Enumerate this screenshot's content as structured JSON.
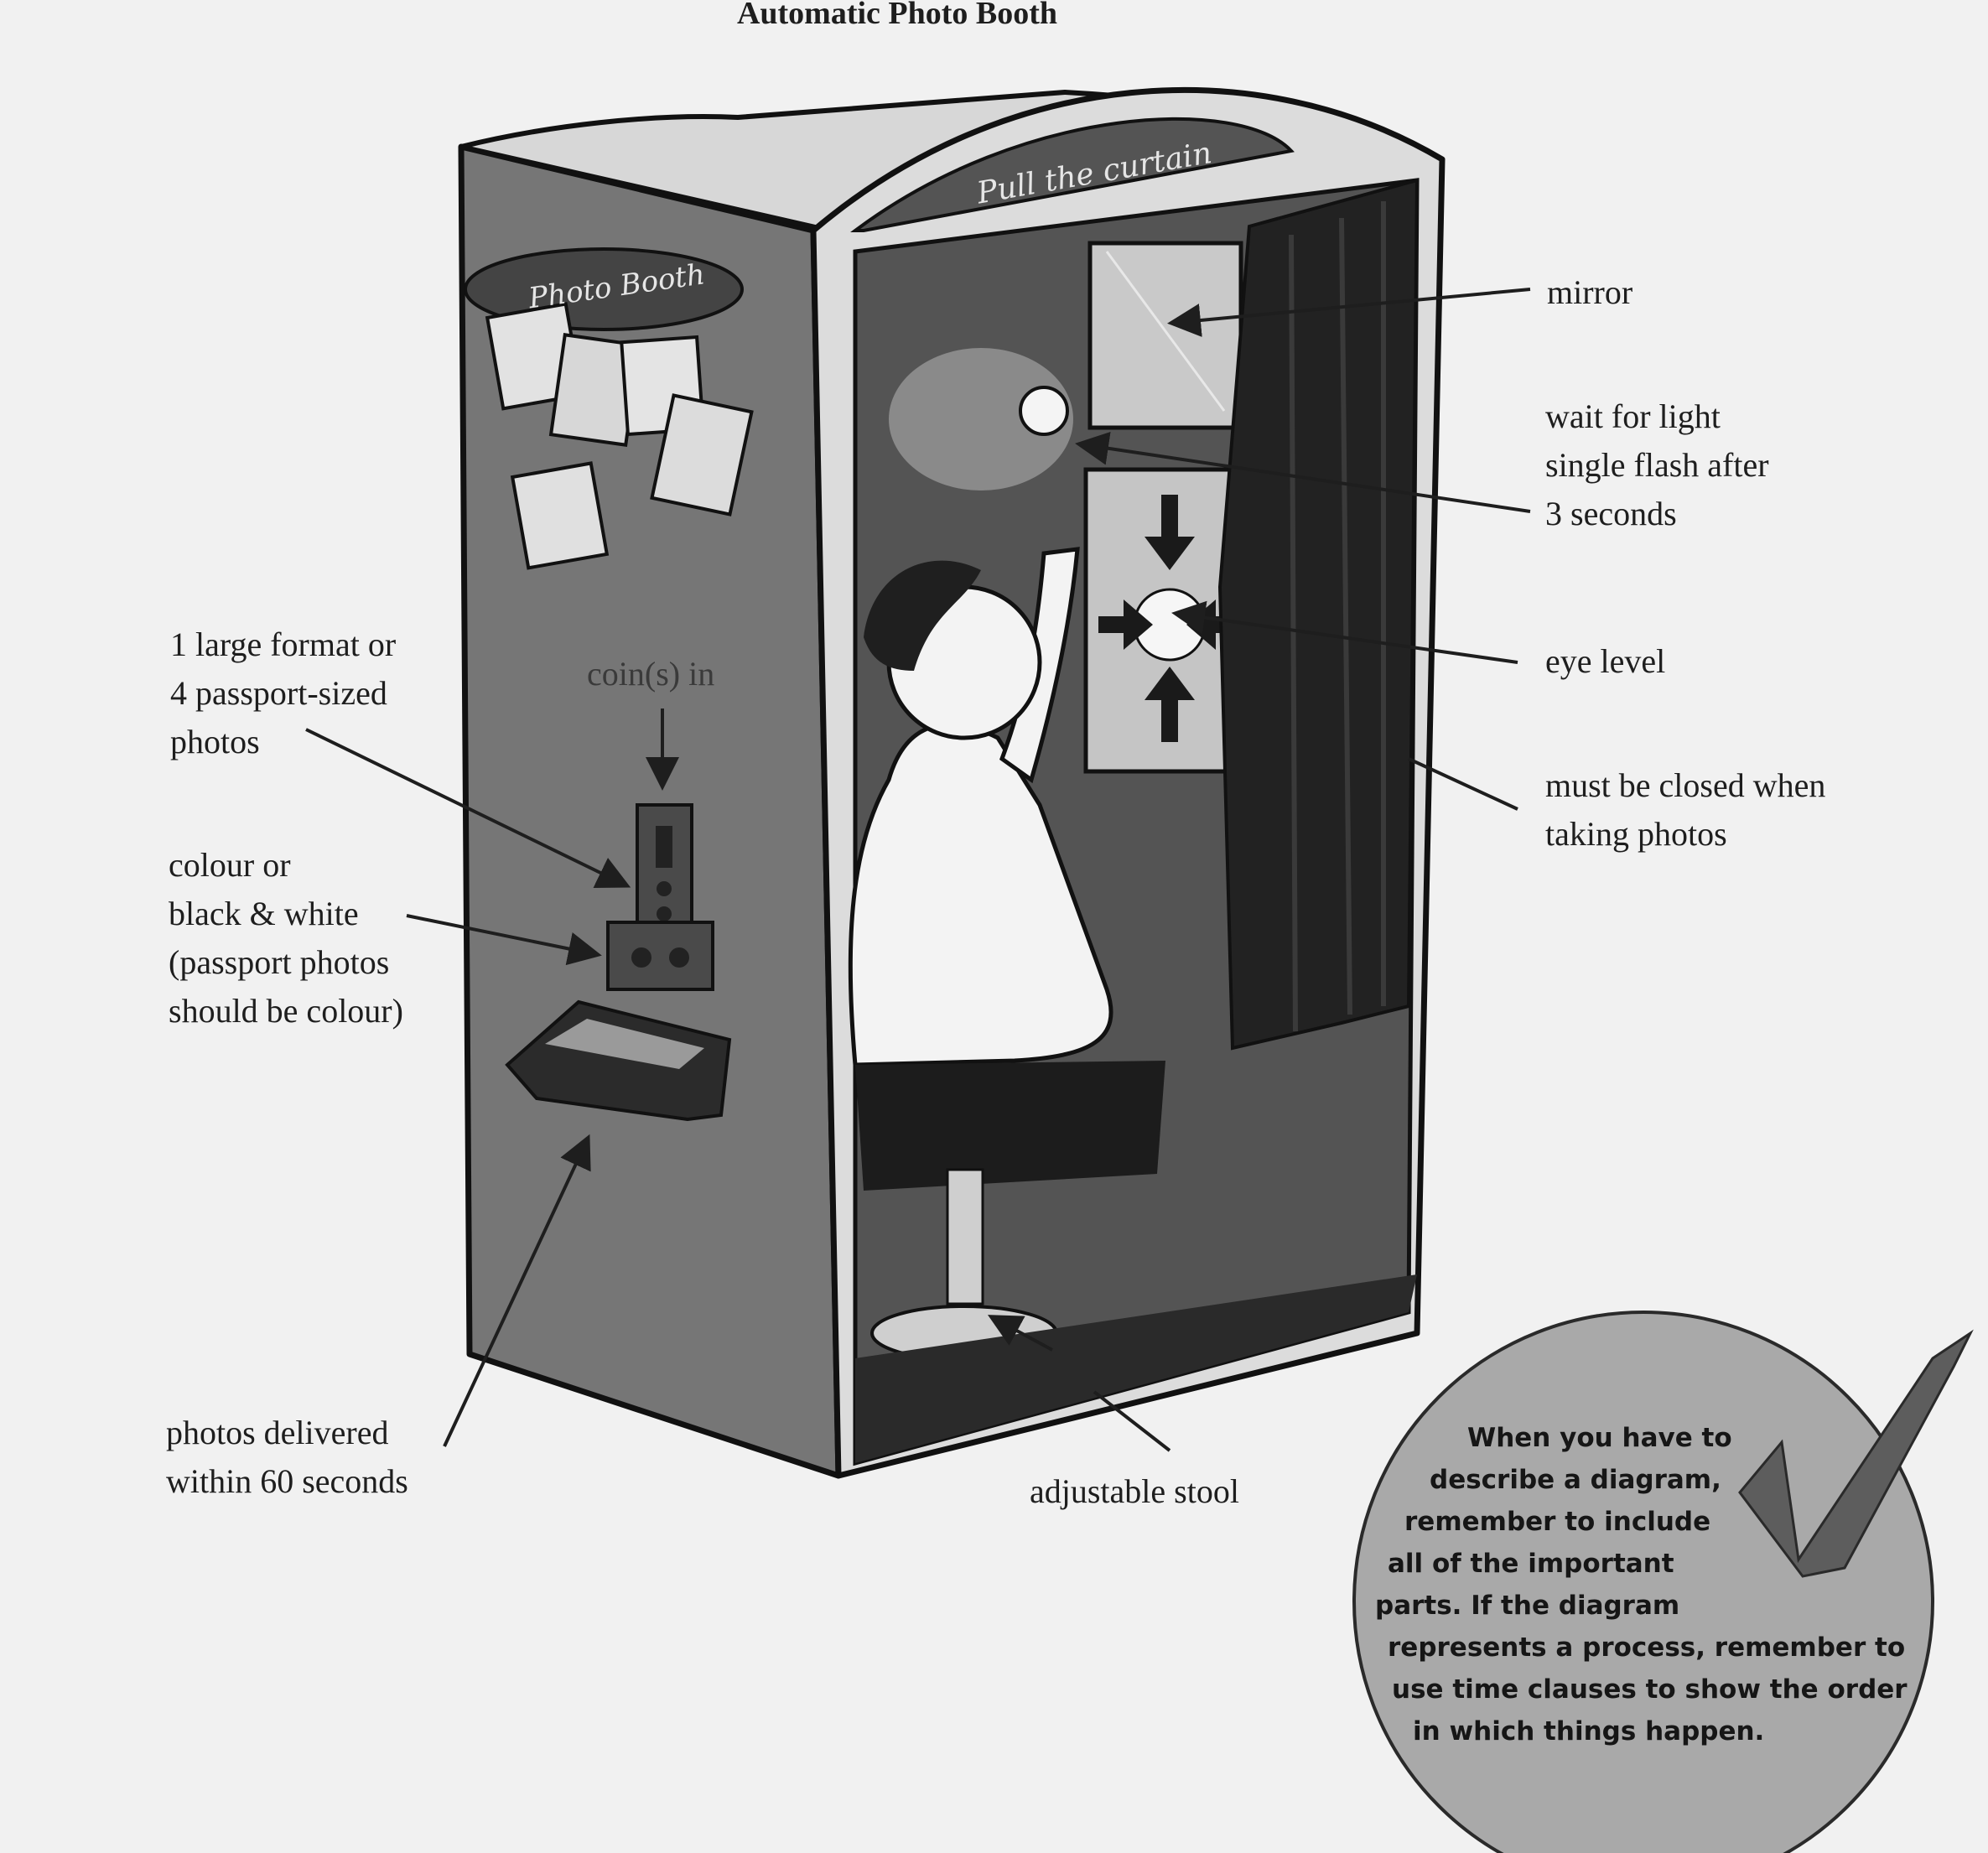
{
  "title": "Automatic Photo Booth",
  "booth": {
    "front_panel_sign": "Pull the curtain",
    "side_panel_sign": "Photo Booth",
    "coin_slot_label": "coin(s) in"
  },
  "labels": {
    "mirror": "mirror",
    "wait_for_light": [
      "wait for light",
      "single flash after",
      "3 seconds"
    ],
    "eye_level": "eye level",
    "curtain": [
      "must be closed when",
      "taking photos"
    ],
    "photo_format": [
      "1 large format or",
      "4 passport-sized",
      "photos"
    ],
    "colour_option": [
      "colour or",
      "black & white",
      "(passport photos",
      "should be colour)"
    ],
    "photos_delivered": [
      "photos delivered",
      "within 60 seconds"
    ],
    "adjustable_stool": "adjustable stool"
  },
  "tip": {
    "lines": [
      "When you have to",
      "describe a diagram,",
      "remember to include",
      "all of the important",
      "parts. If the diagram",
      "represents a process, remember to",
      "use time clauses to show the order",
      "in which things happen."
    ],
    "icon": "checkmark-icon"
  },
  "colors": {
    "background": "#f1f1f1",
    "booth_side": "#767676",
    "booth_interior": "#545454",
    "curtain": "#222222",
    "tip_circle": "#a9a9a9",
    "checkmark": "#5d5d5d"
  }
}
